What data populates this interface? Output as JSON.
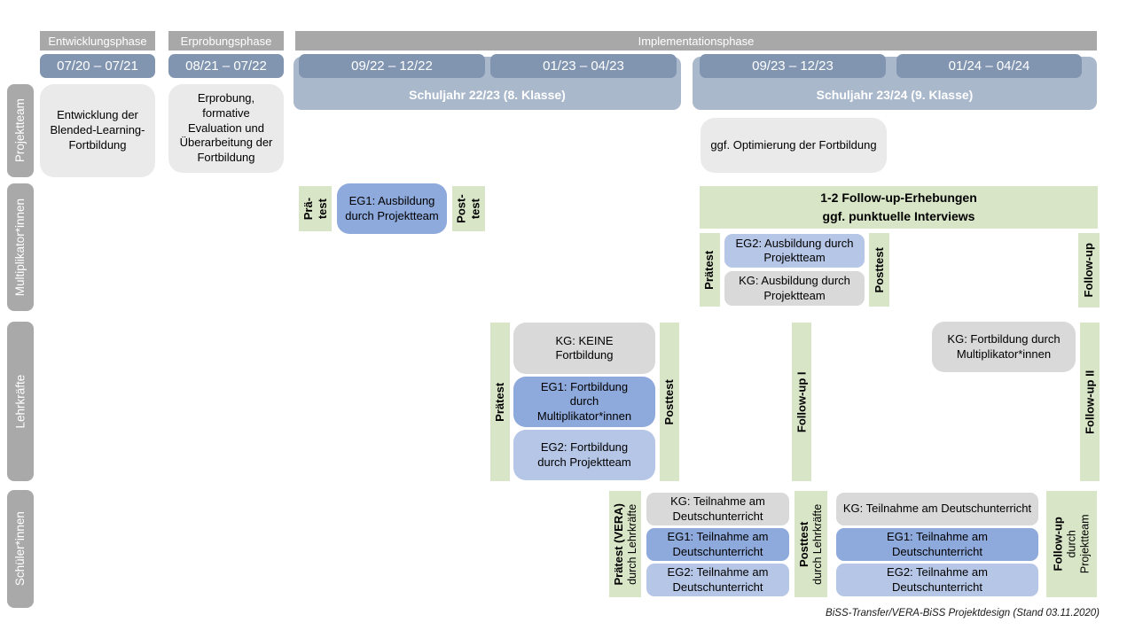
{
  "phases": {
    "entwicklung": "Entwicklungsphase",
    "erprobung": "Erprobungsphase",
    "implementation": "Implementationsphase"
  },
  "dates": {
    "d1": "07/20 – 07/21",
    "d2": "08/21 – 07/22",
    "d3": "09/22 – 12/22",
    "d4": "01/23 – 04/23",
    "d5": "09/23 – 12/23",
    "d6": "01/24 – 04/24"
  },
  "school_years": {
    "y1": "Schuljahr 22/23 (8. Klasse)",
    "y2": "Schuljahr 23/24 (9. Klasse)"
  },
  "row_labels": {
    "projektteam": "Projektteam",
    "multiplikatoren": "Multiplikator*innen",
    "lehrkraefte": "Lehrkräfte",
    "schueler": "Schüler*innen"
  },
  "projektteam": {
    "entwicklung_box": "Entwicklung der Blended-Learning-Fortbildung",
    "erprobung_box": "Erprobung, formative Evaluation und Überarbeitung der Fortbildung",
    "optimierung_box": "ggf. Optimierung der Fortbildung"
  },
  "multiplikatoren": {
    "praetest1": {
      "line1": "Prä-",
      "line2": "test"
    },
    "eg1": "EG1: Ausbildung durch Projektteam",
    "posttest1": {
      "line1": "Post-",
      "line2": "test"
    },
    "followup_box": {
      "line1": "1-2 Follow-up-Erhebungen",
      "line2": "ggf. punktuelle Interviews"
    },
    "praetest2": "Prätest",
    "eg2": "EG2: Ausbildung durch Projektteam",
    "kg": "KG: Ausbildung durch Projektteam",
    "posttest2": "Posttest",
    "followup": "Follow-up"
  },
  "lehrkraefte": {
    "praetest": "Prätest",
    "kg": "KG: KEINE Fortbildung",
    "eg1": "EG1: Fortbildung durch Multiplikator*innen",
    "eg2": "EG2: Fortbildung durch Projektteam",
    "posttest": "Posttest",
    "followup1": "Follow-up I",
    "kg2": "KG: Fortbildung durch Multiplikator*innen",
    "followup2": "Follow-up II"
  },
  "schueler": {
    "praetest": {
      "bold": "Prätest (VERA)",
      "sub": "durch Lehrkräfte"
    },
    "kg1": "KG: Teilnahme am Deutschunterricht",
    "eg1a": "EG1: Teilnahme am Deutschunterricht",
    "eg2a": "EG2: Teilnahme am Deutschunterricht",
    "posttest": {
      "bold": "Posttest",
      "sub": "durch Lehrkräfte"
    },
    "kg2": "KG: Teilnahme am Deutschunterricht",
    "eg1b": "EG1: Teilnahme am Deutschunterricht",
    "eg2b": "EG2: Teilnahme am Deutschunterricht",
    "followup": {
      "bold": "Follow-up",
      "sub1": "durch",
      "sub2": "Projektteam"
    }
  },
  "caption": "BiSS-Transfer/VERA-BiSS Projektdesign (Stand 03.11.2020)",
  "colors": {
    "phase-gray": "#a8a8a8",
    "label-gray": "#a9a9a9",
    "date-blue": "#8195b1",
    "year-blue": "#aab8cb",
    "box-gray": "#eaeaea",
    "kg-gray": "#d9d9d9",
    "eg1-blue": "#8ea9db",
    "eg2-blue": "#b6c6e6",
    "green": "#d8e5c6"
  }
}
